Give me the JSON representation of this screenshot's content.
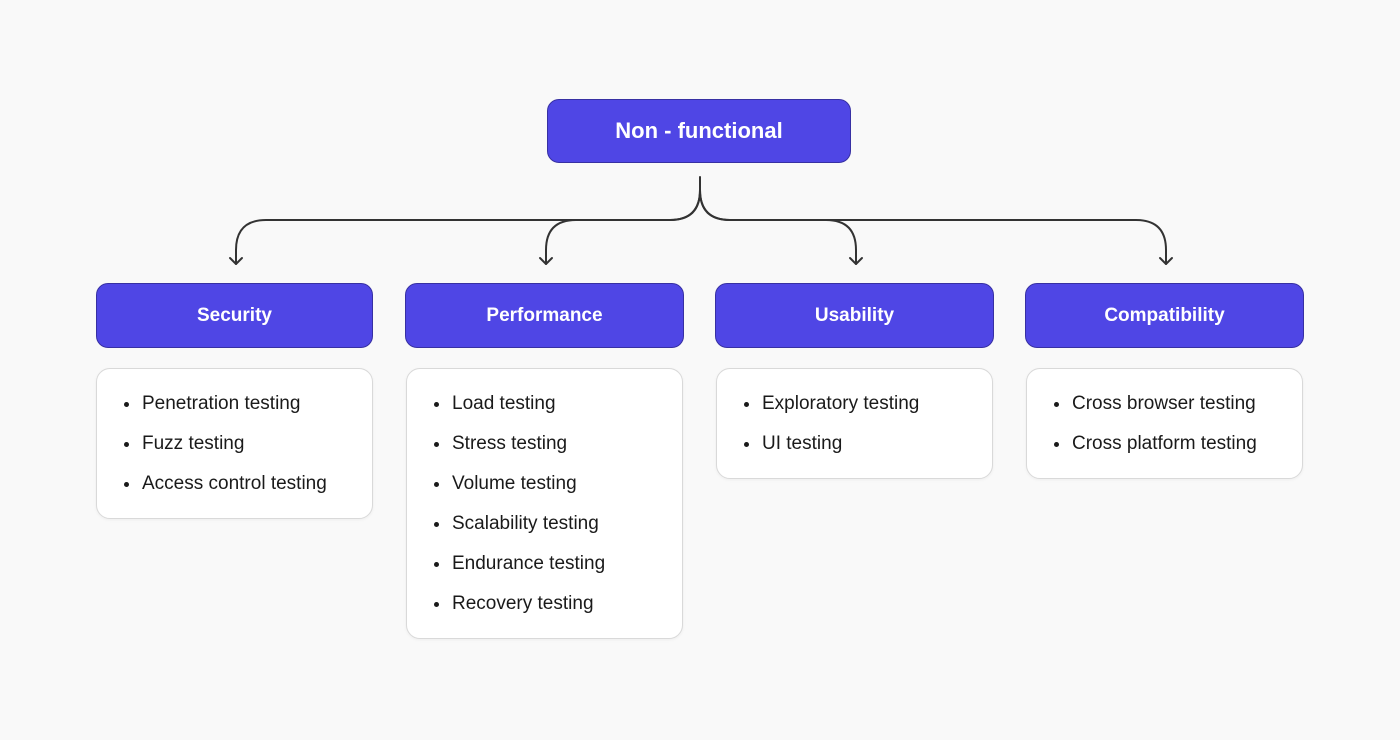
{
  "diagram": {
    "root": {
      "label": "Non - functional"
    },
    "categories": [
      {
        "label": "Security",
        "items": [
          "Penetration testing",
          "Fuzz testing",
          "Access control testing"
        ]
      },
      {
        "label": "Performance",
        "items": [
          "Load testing",
          "Stress testing",
          "Volume testing",
          "Scalability testing",
          "Endurance testing",
          "Recovery testing"
        ]
      },
      {
        "label": "Usability",
        "items": [
          "Exploratory testing",
          "UI testing"
        ]
      },
      {
        "label": "Compatibility",
        "items": [
          "Cross browser testing",
          "Cross platform testing"
        ]
      }
    ],
    "colors": {
      "node_fill": "#4f46e5",
      "node_text": "#ffffff",
      "card_fill": "#ffffff",
      "connector": "#333333",
      "background": "#f9f9f9"
    }
  }
}
